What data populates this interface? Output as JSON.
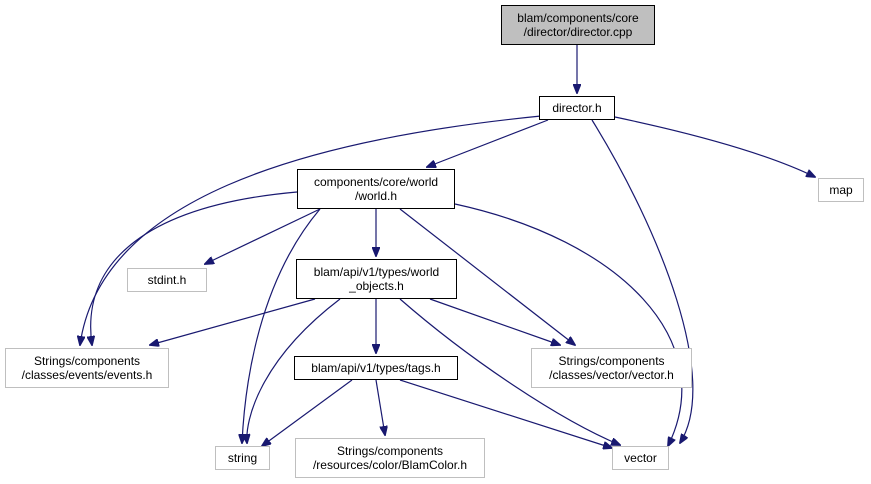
{
  "nodes": [
    {
      "id": "director_cpp",
      "kind": "root",
      "lines": [
        "blam/components/core",
        "/director/director.cpp"
      ]
    },
    {
      "id": "director_h",
      "kind": "linked",
      "lines": [
        "director.h"
      ]
    },
    {
      "id": "map",
      "kind": "external",
      "lines": [
        "map"
      ]
    },
    {
      "id": "world_h",
      "kind": "linked",
      "lines": [
        "components/core/world",
        "/world.h"
      ]
    },
    {
      "id": "stdint_h",
      "kind": "external",
      "lines": [
        "stdint.h"
      ]
    },
    {
      "id": "world_objects_h",
      "kind": "linked",
      "lines": [
        "blam/api/v1/types/world",
        "_objects.h"
      ]
    },
    {
      "id": "events_h",
      "kind": "external",
      "lines": [
        "Strings/components",
        "/classes/events/events.h"
      ]
    },
    {
      "id": "vector_h",
      "kind": "external",
      "lines": [
        "Strings/components",
        "/classes/vector/vector.h"
      ]
    },
    {
      "id": "tags_h",
      "kind": "linked",
      "lines": [
        "blam/api/v1/types/tags.h"
      ]
    },
    {
      "id": "string",
      "kind": "external",
      "lines": [
        "string"
      ]
    },
    {
      "id": "blamcolor_h",
      "kind": "external",
      "lines": [
        "Strings/components",
        "/resources/color/BlamColor.h"
      ]
    },
    {
      "id": "vector",
      "kind": "external",
      "lines": [
        "vector"
      ]
    }
  ],
  "edges": [
    {
      "from": "director_cpp",
      "to": "director_h"
    },
    {
      "from": "director_h",
      "to": "world_h"
    },
    {
      "from": "director_h",
      "to": "map"
    },
    {
      "from": "director_h",
      "to": "events_h"
    },
    {
      "from": "director_h",
      "to": "vector"
    },
    {
      "from": "world_h",
      "to": "stdint_h"
    },
    {
      "from": "world_h",
      "to": "world_objects_h"
    },
    {
      "from": "world_h",
      "to": "events_h"
    },
    {
      "from": "world_h",
      "to": "vector_h"
    },
    {
      "from": "world_h",
      "to": "string"
    },
    {
      "from": "world_h",
      "to": "vector"
    },
    {
      "from": "world_objects_h",
      "to": "events_h"
    },
    {
      "from": "world_objects_h",
      "to": "vector_h"
    },
    {
      "from": "world_objects_h",
      "to": "tags_h"
    },
    {
      "from": "world_objects_h",
      "to": "string"
    },
    {
      "from": "world_objects_h",
      "to": "vector"
    },
    {
      "from": "tags_h",
      "to": "string"
    },
    {
      "from": "tags_h",
      "to": "blamcolor_h"
    },
    {
      "from": "tags_h",
      "to": "vector"
    }
  ]
}
